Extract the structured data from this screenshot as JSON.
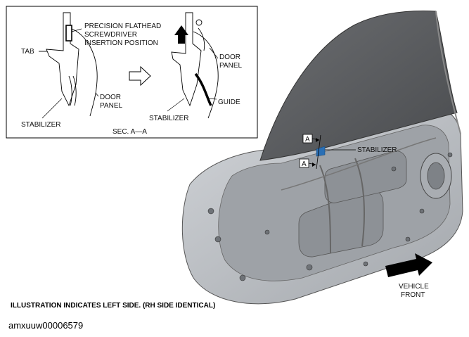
{
  "inset": {
    "tab": "TAB",
    "screwdriver": [
      "PRECISION FLATHEAD",
      "SCREWDRIVER",
      "INSERTION POSITION"
    ],
    "door_panel": [
      "DOOR",
      "PANEL"
    ],
    "stabilizer": "STABILIZER",
    "guide": "GUIDE",
    "section": "SEC. A—A"
  },
  "main": {
    "section_mark": "A",
    "stabilizer": "STABILIZER",
    "vehicle_front": [
      "VEHICLE",
      "FRONT"
    ]
  },
  "note": "ILLUSTRATION INDICATES LEFT SIDE. (RH SIDE IDENTICAL)",
  "doc_id": "amxuuw00006579",
  "colors": {
    "door_dark": "#55575a",
    "door_frame": "#b9bcc0",
    "highlight": "#2a6fb5"
  }
}
